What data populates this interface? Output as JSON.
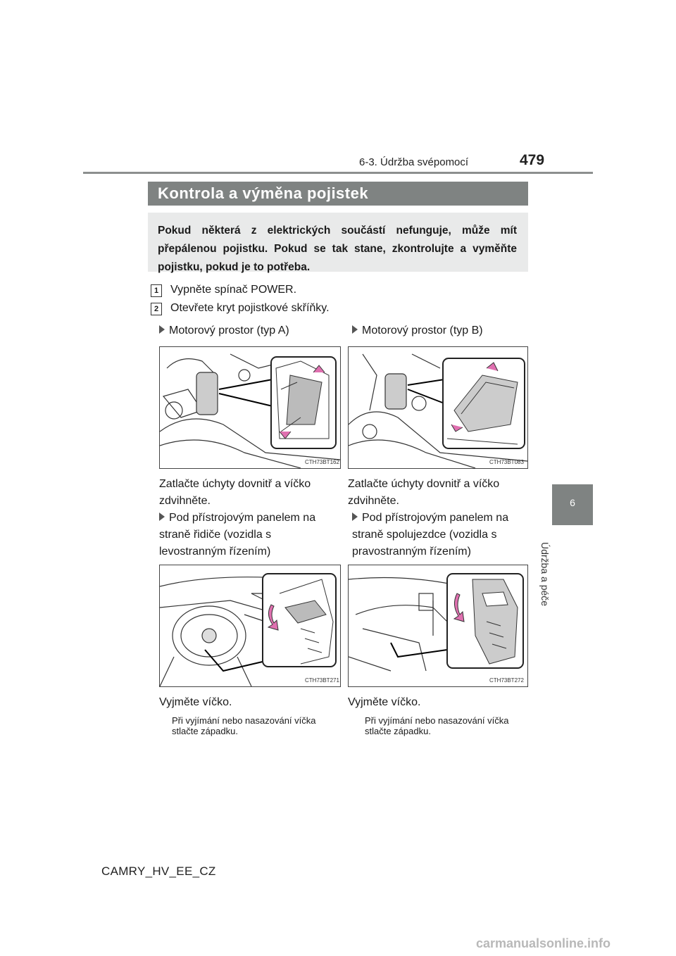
{
  "header": {
    "section": "6-3. Údržba svépomocí",
    "page_number": "479"
  },
  "side_tab": {
    "number": "6",
    "label": "Údržba a péče"
  },
  "title": "Kontrola a výměna pojistek",
  "intro": "Pokud některá z elektrických součástí nefunguje, může mít přepálenou pojistku. Pokud se tak stane, zkontrolujte a vyměňte pojistku, pokud je to potřeba.",
  "steps": [
    {
      "num": "1",
      "text": "Vypněte spínač POWER."
    },
    {
      "num": "2",
      "text": "Otevřete kryt pojistkové skříňky."
    }
  ],
  "cells": [
    {
      "heading": "Motorový prostor (typ A)",
      "code": "CTH73BT162",
      "caption": "Zatlačte úchyty dovnitř a víčko zdvihněte."
    },
    {
      "heading": "Motorový prostor (typ B)",
      "code": "CTH73BT083",
      "caption": "Zatlačte úchyty dovnitř a víčko zdvihněte."
    },
    {
      "heading": "Pod přístrojovým panelem na straně řidiče (vozidla s levostranným řízením)",
      "code": "CTH73BT271",
      "caption": "Vyjměte víčko.",
      "note": "Při vyjímání nebo nasazování víčka stlačte západku."
    },
    {
      "heading": "Pod přístrojovým panelem na straně spolujezdce (vozidla s pravostranným řízením)",
      "code": "CTH73BT272",
      "caption": "Vyjměte víčko.",
      "note": "Při vyjímání nebo nasazování víčka stlačte západku."
    }
  ],
  "footer": {
    "code": "CAMRY_HV_EE_CZ"
  },
  "watermark": "carmanualsonline.info"
}
